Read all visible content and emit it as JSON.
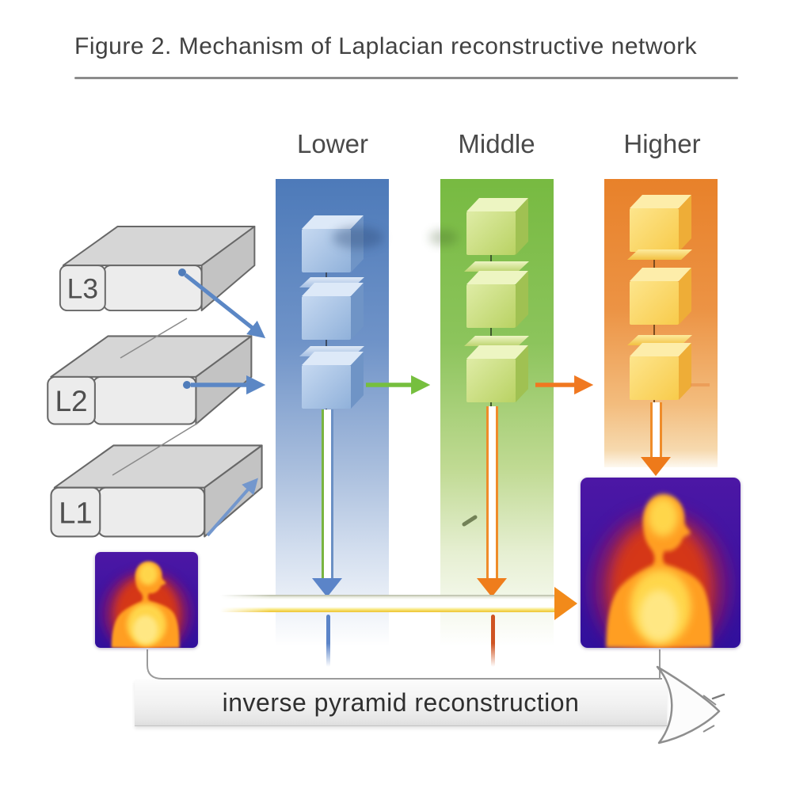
{
  "figure": {
    "title": "Figure 2. Mechanism of Laplacian reconstructive network"
  },
  "branches": [
    {
      "label": "Lower",
      "band_top_color": "#4d7ab9",
      "band_bottom_color": "#d4dfef",
      "cube_color": "#a8c4e6",
      "arrow_color": "#5b87c5"
    },
    {
      "label": "Middle",
      "band_top_color": "#77ba41",
      "band_bottom_color": "#e6efd2",
      "cube_color": "#cde183",
      "arrow_color": "#76bf3e"
    },
    {
      "label": "Higher",
      "band_top_color": "#e8812a",
      "band_bottom_color": "#f6d9ae",
      "cube_color": "#fbd566",
      "arrow_color": "#f07820"
    }
  ],
  "pyramid_levels": [
    {
      "label": "L3"
    },
    {
      "label": "L2"
    },
    {
      "label": "L1"
    }
  ],
  "reconstruction": {
    "banner_text": "inverse pyramid reconstruction",
    "flow_arrow_colors": [
      "#f8d847",
      "#f28a1a"
    ]
  },
  "thermal": {
    "background_color": "#3a14a6",
    "body_color": "#ffc83c",
    "aura_color": "#e03a0e"
  }
}
